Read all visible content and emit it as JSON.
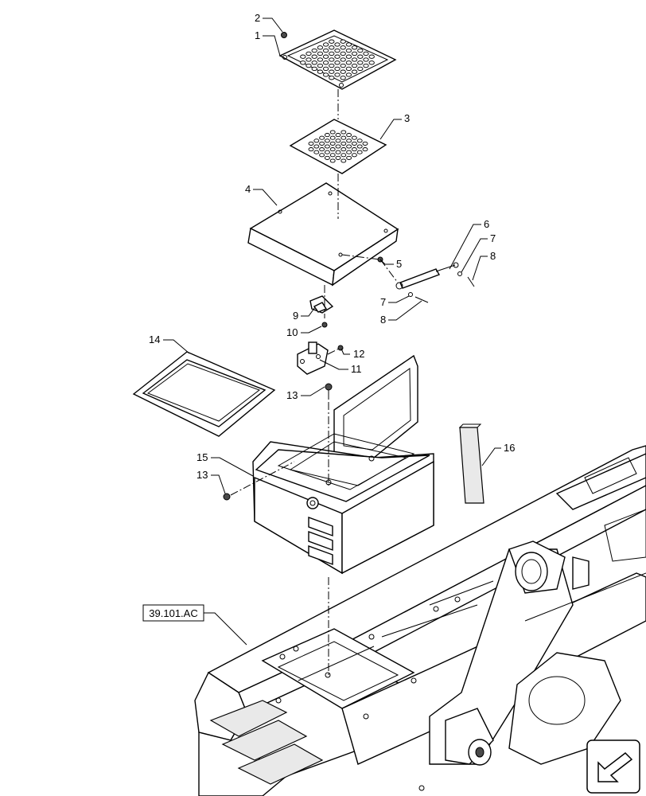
{
  "callouts": {
    "c1": "1",
    "c2": "2",
    "c3": "3",
    "c4": "4",
    "c5": "5",
    "c6": "6",
    "c7a": "7",
    "c7b": "7",
    "c8a": "8",
    "c8b": "8",
    "c9": "9",
    "c10": "10",
    "c11": "11",
    "c12": "12",
    "c13a": "13",
    "c13b": "13",
    "c14": "14",
    "c15": "15",
    "c16": "16"
  },
  "reference": {
    "label": "39.101.AC"
  },
  "nav": {
    "icon": "arrow-icon"
  }
}
